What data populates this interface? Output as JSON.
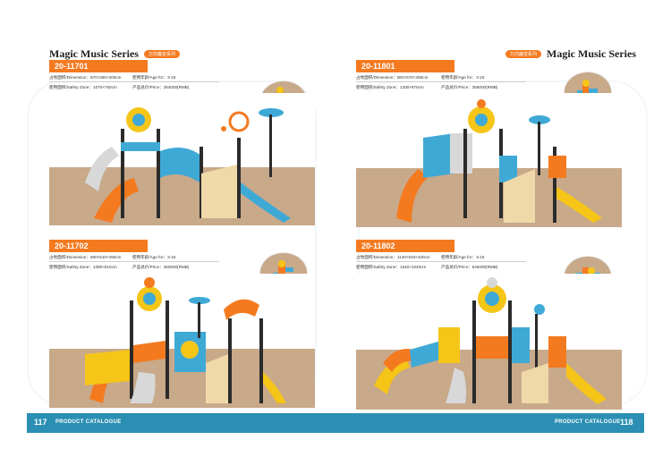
{
  "left_page": {
    "series_title": "Magic Music Series",
    "series_badge": "万向魔音系列",
    "page_number": "117",
    "footer_label": "PRODUCT CATALOGUE"
  },
  "right_page": {
    "series_title": "Magic Music Series",
    "series_badge": "万向魔音系列",
    "page_number": "118",
    "footer_label": "PRODUCT CATALOGUE"
  },
  "products": [
    {
      "code": "20-11701",
      "dimension_label": "占地面积/Dimension：",
      "dimension_value": "670×350×400cm",
      "age_label": "使用年龄/Age for：",
      "age_value": "3-15",
      "safety_label": "使用面积/Safety Zone：",
      "safety_value": "1070×750cm",
      "price_label": "产品总价/Price：",
      "price_value": "264000(RMB)"
    },
    {
      "code": "20-11801",
      "dimension_label": "占地面积/Dimension：",
      "dimension_value": "800×570×450cm",
      "age_label": "使用年龄/Age for：",
      "age_value": "3-15",
      "safety_label": "使用面积/Safety Zone：",
      "safety_value": "1200×970cm",
      "price_label": "产品总价/Price：",
      "price_value": "356000(RMB)"
    },
    {
      "code": "20-11702",
      "dimension_label": "占地面积/Dimension：",
      "dimension_value": "690×510×450cm",
      "age_label": "使用年龄/Age for：",
      "age_value": "3-15",
      "safety_label": "使用面积/Safety Zone：",
      "safety_value": "1090×910cm",
      "price_label": "产品总价/Price：",
      "price_value": "350000(RMB)"
    },
    {
      "code": "20-11802",
      "dimension_label": "占地面积/Dimension：",
      "dimension_value": "1140×640×430cm",
      "age_label": "使用年龄/Age for：",
      "age_value": "3-15",
      "safety_label": "使用面积/Safety Zone：",
      "safety_value": "1540×1040cm",
      "price_label": "产品总价/Price：",
      "price_value": "546000(RMB)"
    }
  ],
  "colors": {
    "accent_orange": "#f47a20",
    "footer_blue": "#2a8fb3",
    "ground_tan": "#c8a98a",
    "slide_blue": "#3fa9d6",
    "slide_yellow": "#f5c518",
    "structure_dark": "#2b2b2b"
  }
}
